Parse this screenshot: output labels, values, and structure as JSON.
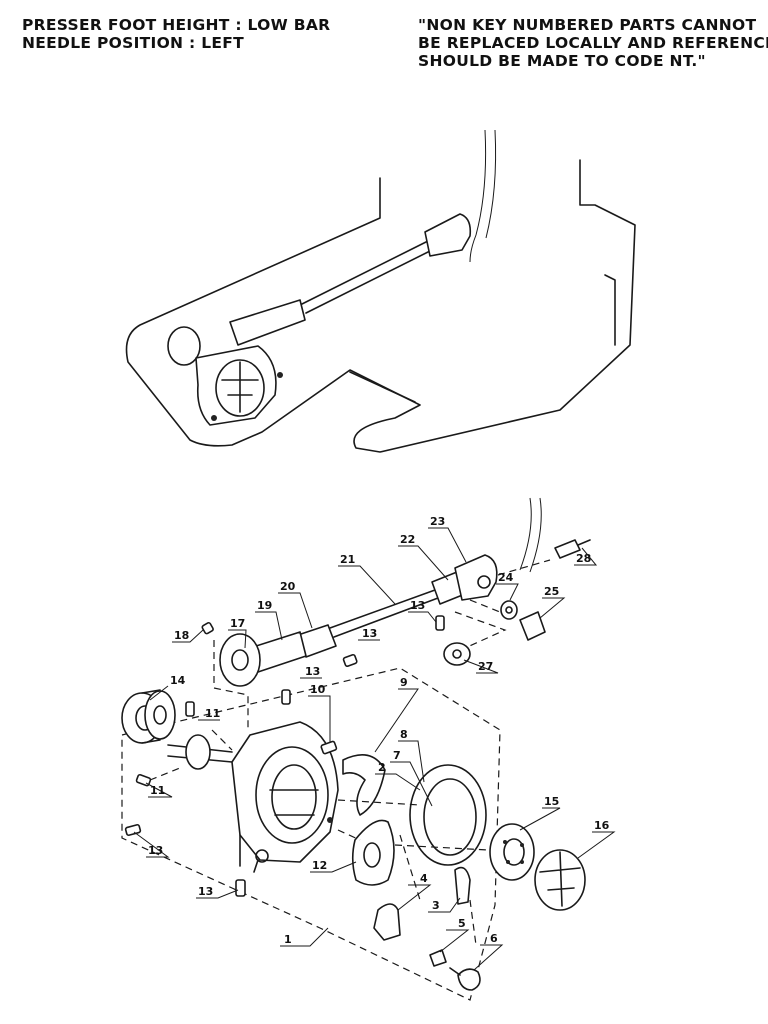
{
  "header": {
    "left_line1": "PRESSER FOOT HEIGHT : LOW BAR",
    "left_line2": "NEEDLE POSITION : LEFT",
    "right_line1": "\"NON KEY NUMBERED PARTS CANNOT",
    "right_line2": "BE REPLACED LOCALLY AND REFERENCE",
    "right_line3": "SHOULD BE MADE TO CODE NT.\""
  },
  "callouts": {
    "c1": "1",
    "c2": "2",
    "c3": "3",
    "c4": "4",
    "c5": "5",
    "c6": "6",
    "c7": "7",
    "c8": "8",
    "c9": "9",
    "c10": "10",
    "c11a": "11",
    "c11b": "11",
    "c12": "12",
    "c13a": "13",
    "c13b": "13",
    "c13c": "13",
    "c13d": "13",
    "c13e": "13",
    "c14": "14",
    "c15": "15",
    "c16": "16",
    "c17": "17",
    "c18": "18",
    "c19": "19",
    "c20": "20",
    "c21": "21",
    "c22": "22",
    "c23": "23",
    "c24": "24",
    "c25": "25",
    "c27": "27",
    "c28": "28"
  }
}
